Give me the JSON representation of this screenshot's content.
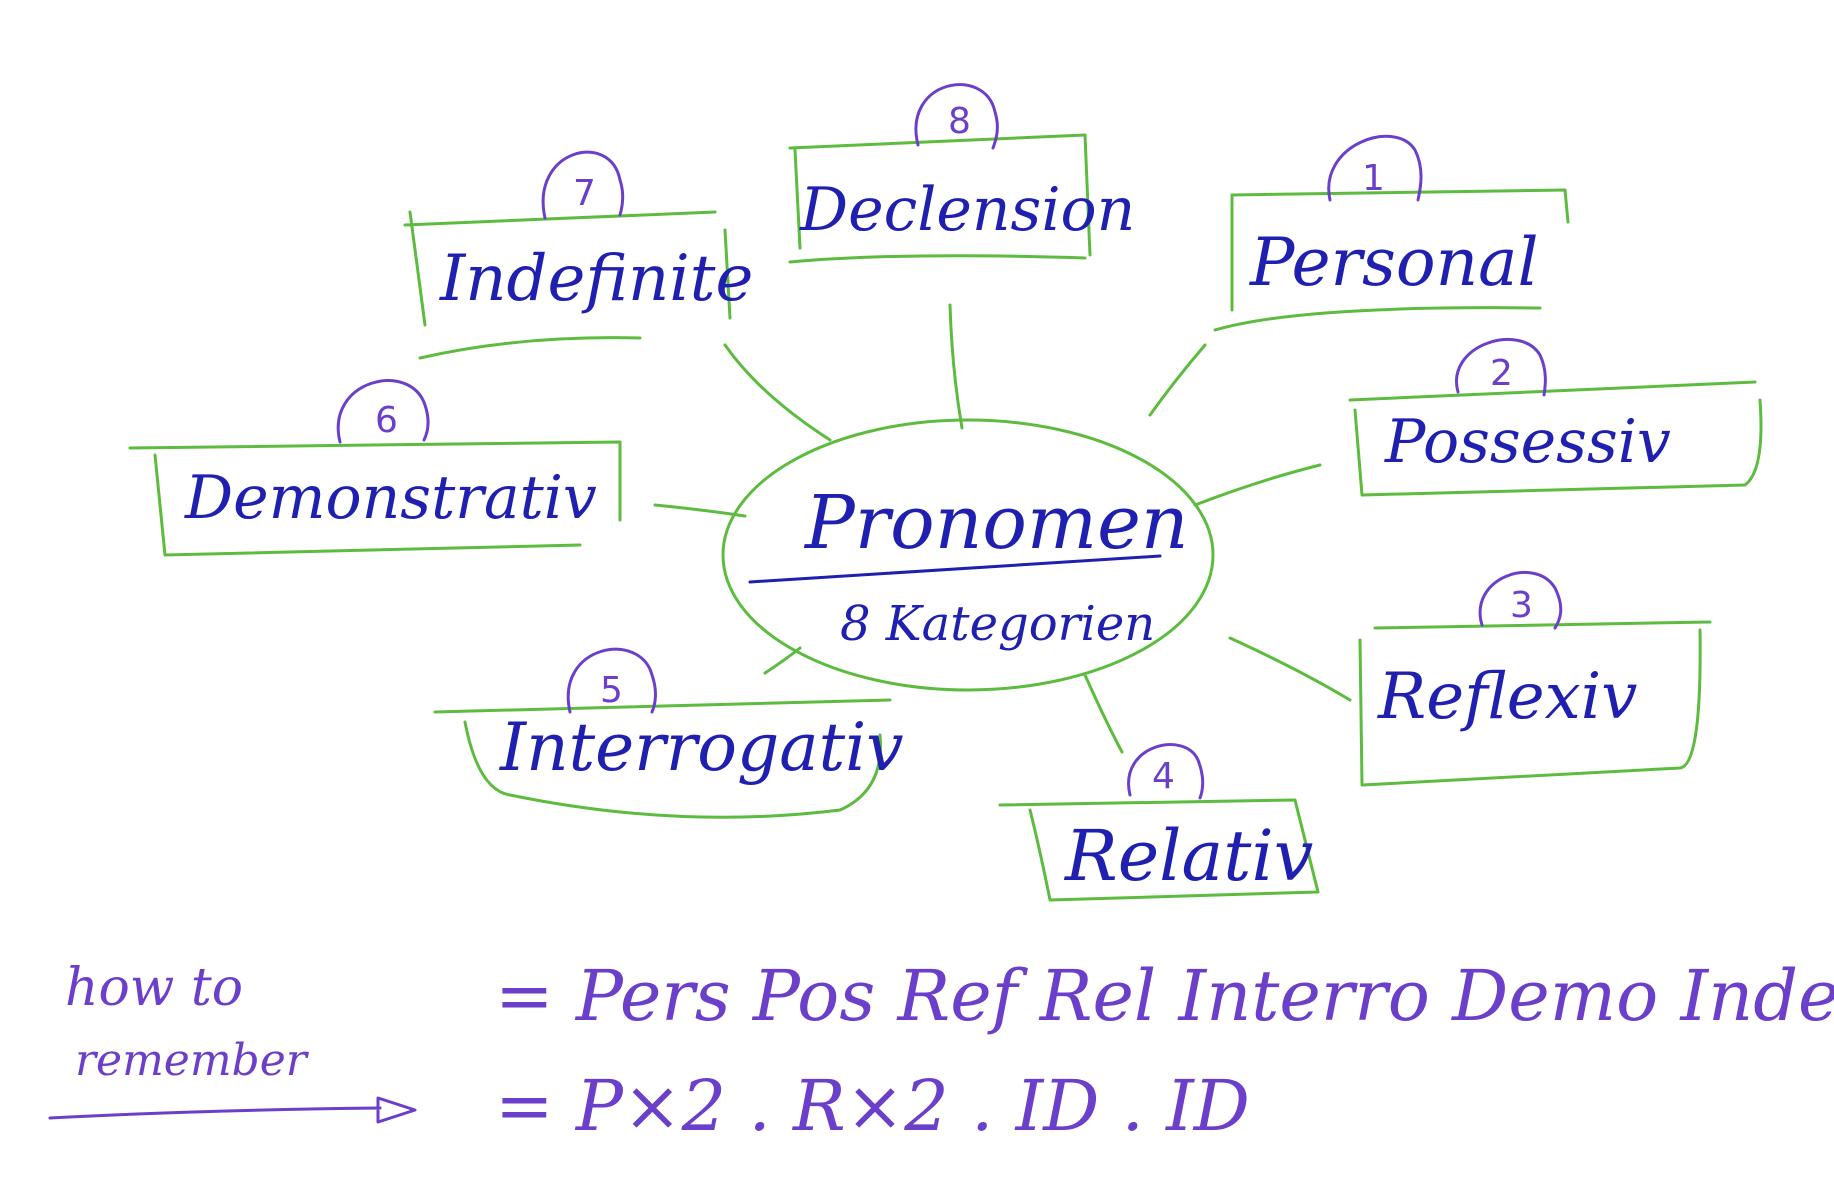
{
  "center": {
    "title": "Pronomen",
    "subtitle": "8 Kategorien"
  },
  "categories": [
    {
      "number": "1",
      "label": "Personal"
    },
    {
      "number": "2",
      "label": "Possessiv"
    },
    {
      "number": "3",
      "label": "Reflexiv"
    },
    {
      "number": "4",
      "label": "Relativ"
    },
    {
      "number": "5",
      "label": "Interrogativ"
    },
    {
      "number": "6",
      "label": "Demonstrativ"
    },
    {
      "number": "7",
      "label": "Indefinite"
    },
    {
      "number": "8",
      "label": "Declension"
    }
  ],
  "mnemonic": {
    "label_line1": "how to",
    "label_line2": "remember",
    "line1": "= Pers Pos Ref Rel Interro Demo Inde Dec",
    "line2": "= P×2 . R×2 . ID . ID"
  },
  "colors": {
    "ink_blue": "#1f1fb0",
    "ink_purple": "#6b3fc9",
    "ink_green": "#5dbb3f"
  }
}
